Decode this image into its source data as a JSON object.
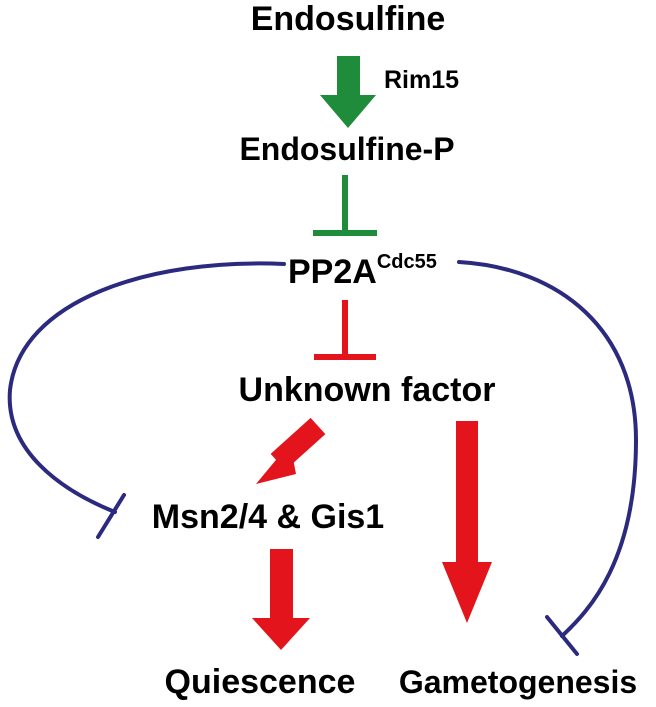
{
  "nodes": {
    "endosulfine": "Endosulfine",
    "rim15": "Rim15",
    "endosulfine_p": "Endosulfine-P",
    "pp2a_main": "PP2A",
    "pp2a_sup": "Cdc55",
    "unknown_factor": "Unknown factor",
    "msn_gis": "Msn2/4 & Gis1",
    "quiescence": "Quiescence",
    "gametogenesis": "Gametogenesis"
  },
  "colors": {
    "green": "#1e8c3a",
    "red": "#e3141c",
    "navy": "#2b2a7e",
    "text": "#000000"
  }
}
